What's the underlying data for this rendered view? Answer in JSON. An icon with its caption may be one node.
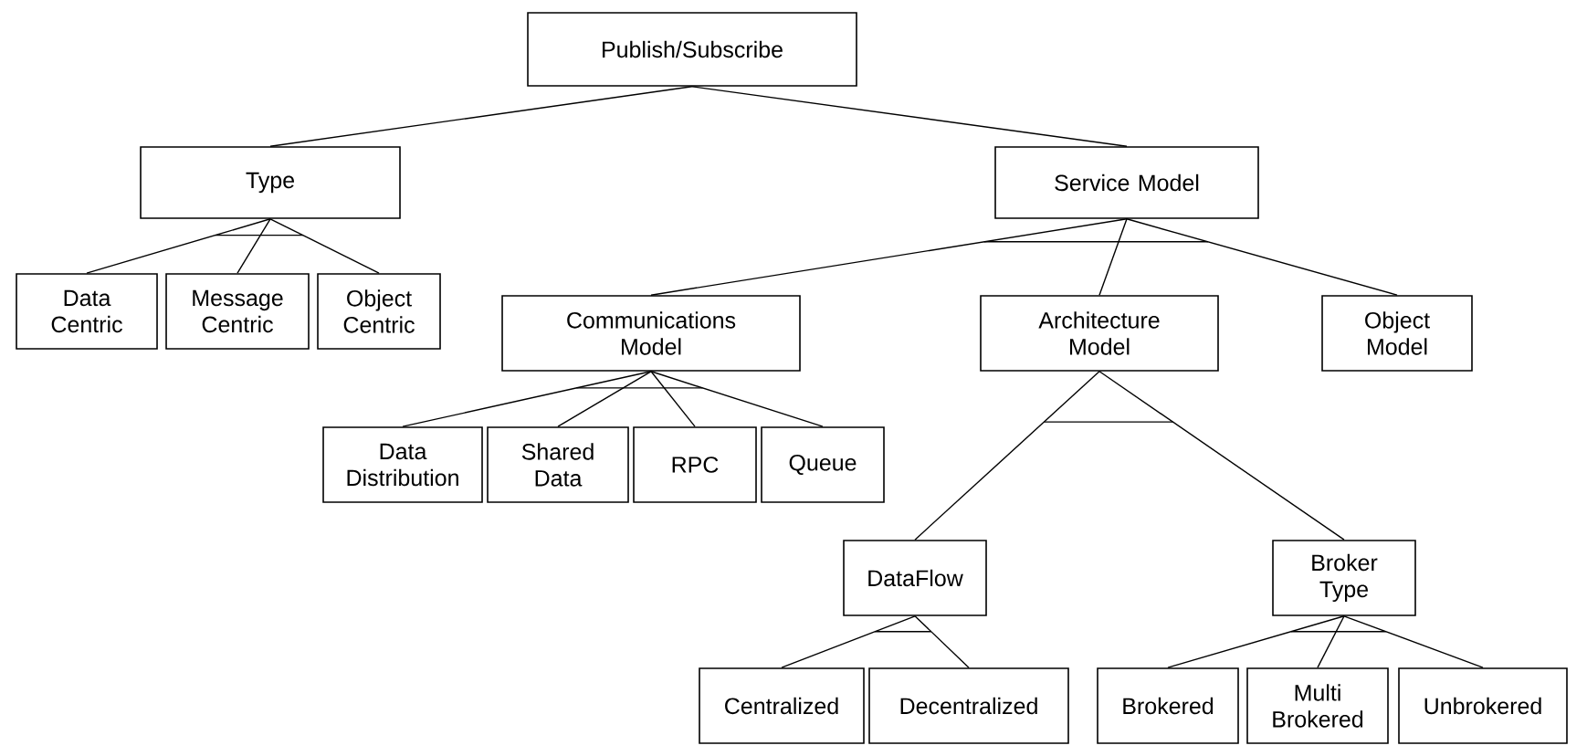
{
  "diagram": {
    "nodes": [
      {
        "text": [
          "Publish/Subscribe"
        ]
      },
      {
        "text": [
          "Type"
        ]
      },
      {
        "text": [
          "Service Model"
        ]
      },
      {
        "text": [
          "Data Centric"
        ]
      },
      {
        "text": [
          "Message Centric"
        ]
      },
      {
        "text": [
          "Object Centric"
        ]
      },
      {
        "text": [
          "Communications Model"
        ]
      },
      {
        "text": [
          "Architecture Model"
        ]
      },
      {
        "text": [
          "Object Model"
        ]
      },
      {
        "text": [
          "Data Distribution"
        ]
      },
      {
        "text": [
          "Shared Data"
        ]
      },
      {
        "text": [
          "RPC"
        ]
      },
      {
        "text": [
          "Queue"
        ]
      },
      {
        "text": [
          "DataFlow"
        ]
      },
      {
        "text": [
          "Broker Type"
        ]
      },
      {
        "text": [
          "Centralized"
        ]
      },
      {
        "text": [
          "Decentralized"
        ]
      },
      {
        "text": [
          "Brokered"
        ]
      },
      {
        "text": [
          "Multi Brokered"
        ]
      },
      {
        "text": [
          "Unbrokered"
        ]
      }
    ],
    "edges": [
      {
        "from": 0,
        "to": 1,
        "arrow": "none"
      },
      {
        "from": 0,
        "to": 2,
        "arrow": "none"
      },
      {
        "from": 1,
        "to": 3,
        "arrow": "none"
      },
      {
        "from": 1,
        "to": 4,
        "arrow": "none"
      },
      {
        "from": 1,
        "to": 5,
        "arrow": "none"
      },
      {
        "from": 2,
        "to": 6,
        "arrow": "none"
      },
      {
        "from": 2,
        "to": 7,
        "arrow": "none"
      },
      {
        "from": 2,
        "to": 8,
        "arrow": "none"
      },
      {
        "from": 6,
        "to": 9,
        "arrow": "none"
      },
      {
        "from": 6,
        "to": 10,
        "arrow": "none"
      },
      {
        "from": 6,
        "to": 11,
        "arrow": "none"
      },
      {
        "from": 6,
        "to": 12,
        "arrow": "none"
      },
      {
        "from": 7,
        "to": 13,
        "arrow": "none"
      },
      {
        "from": 7,
        "to": 14,
        "arrow": "none"
      },
      {
        "from": 13,
        "to": 15,
        "arrow": "none"
      },
      {
        "from": 13,
        "to": 16,
        "arrow": "none"
      },
      {
        "from": 14,
        "to": 17,
        "arrow": "none"
      },
      {
        "from": 14,
        "to": 18,
        "arrow": "none"
      },
      {
        "from": 14,
        "to": 19,
        "arrow": "none"
      }
    ]
  }
}
